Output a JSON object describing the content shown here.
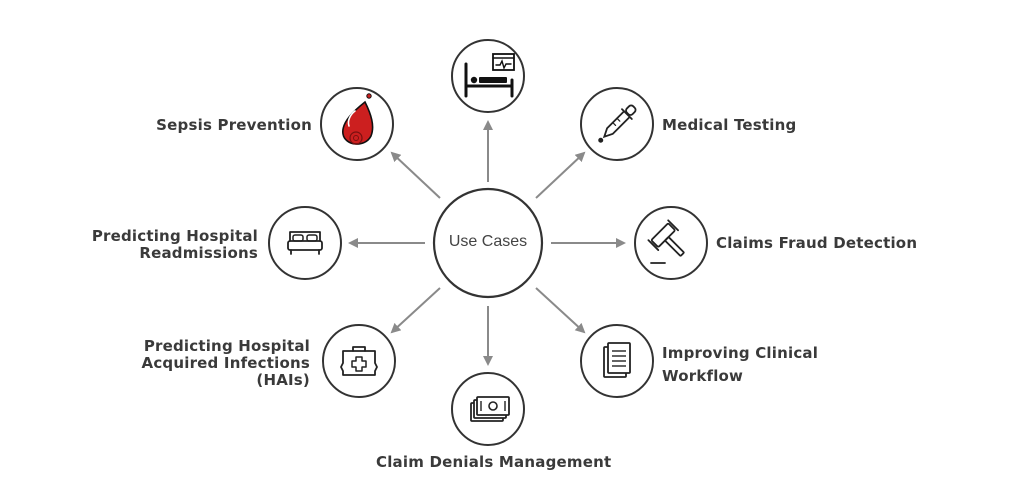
{
  "center": {
    "label": "Use Cases"
  },
  "nodes": [
    {
      "id": "hospital-care",
      "icon": "hospital-bed-monitor-icon",
      "lines": []
    },
    {
      "id": "medical-testing",
      "icon": "dropper-icon",
      "lines": [
        "Medical Testing"
      ]
    },
    {
      "id": "claims-fraud",
      "icon": "gavel-icon",
      "lines": [
        "Claims Fraud Detection"
      ]
    },
    {
      "id": "clinical-workflow",
      "icon": "document-icon",
      "lines": [
        "Improving Clinical",
        "Workflow"
      ]
    },
    {
      "id": "claim-denials",
      "icon": "money-icon",
      "lines": [
        "Claim Denials Management"
      ]
    },
    {
      "id": "hais",
      "icon": "medical-kit-icon",
      "lines": [
        "Predicting Hospital",
        "Acquired Infections",
        "(HAIs)"
      ]
    },
    {
      "id": "readmissions",
      "icon": "bed-icon",
      "lines": [
        "Predicting Hospital",
        "Readmissions"
      ]
    },
    {
      "id": "sepsis",
      "icon": "blood-drop-icon",
      "lines": [
        "Sepsis Prevention"
      ]
    }
  ],
  "colors": {
    "stroke": "#333333",
    "arrow": "#8a8a8a",
    "accent": "#cc1f1f",
    "text": "#3a3a3a"
  }
}
